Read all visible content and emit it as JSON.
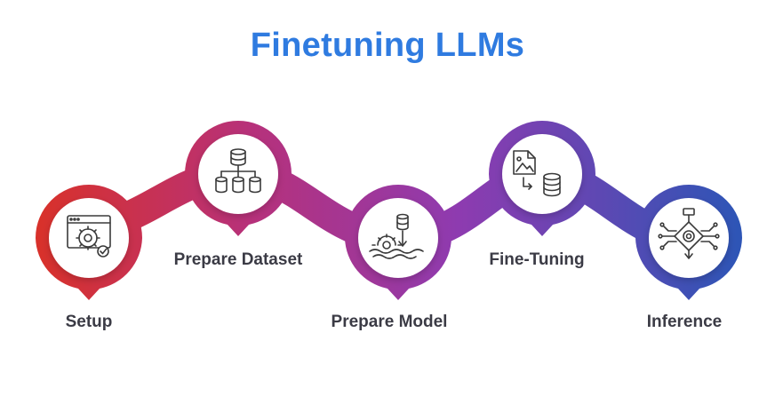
{
  "title": "Finetuning LLMs",
  "colors": {
    "title": "#2f7be0",
    "gradient_start": "#d8312b",
    "gradient_mid1": "#b7317a",
    "gradient_mid2": "#8e3bb0",
    "gradient_end": "#2e55b6",
    "icon_stroke": "#3a3a3a",
    "label": "#3b3b45"
  },
  "steps": [
    {
      "label": "Setup",
      "icon": "settings-window-icon"
    },
    {
      "label": "Prepare Dataset",
      "icon": "database-hierarchy-icon"
    },
    {
      "label": "Prepare Model",
      "icon": "model-database-icon"
    },
    {
      "label": "Fine-Tuning",
      "icon": "image-to-database-icon"
    },
    {
      "label": "Inference",
      "icon": "ai-chip-icon"
    }
  ]
}
